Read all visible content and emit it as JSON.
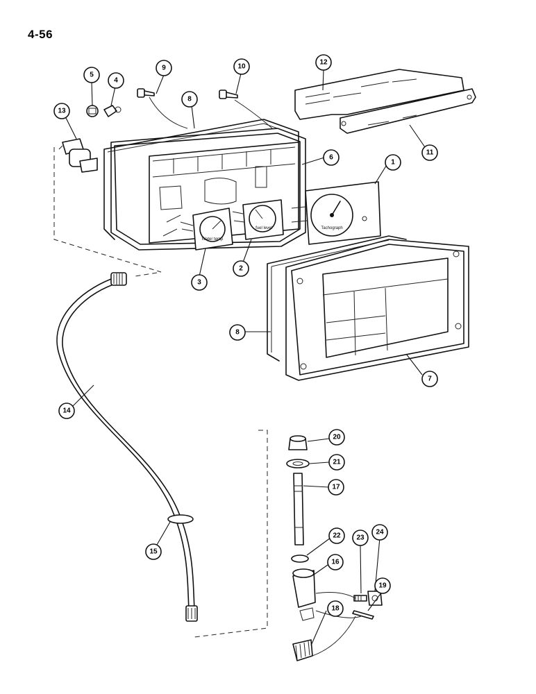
{
  "page": {
    "number": "4-56"
  },
  "dials": {
    "water_temp": "Water temp",
    "fuel_level": "fuel level",
    "tacho": "Tachograph"
  },
  "callouts": [
    {
      "label": "1"
    },
    {
      "label": "2"
    },
    {
      "label": "3"
    },
    {
      "label": "4"
    },
    {
      "label": "5"
    },
    {
      "label": "6"
    },
    {
      "label": "7"
    },
    {
      "label": "8"
    },
    {
      "label": "8"
    },
    {
      "label": "9"
    },
    {
      "label": "10"
    },
    {
      "label": "11"
    },
    {
      "label": "12"
    },
    {
      "label": "13"
    },
    {
      "label": "14"
    },
    {
      "label": "15"
    },
    {
      "label": "16"
    },
    {
      "label": "17"
    },
    {
      "label": "18"
    },
    {
      "label": "19"
    },
    {
      "label": "20"
    },
    {
      "label": "21"
    },
    {
      "label": "22"
    },
    {
      "label": "23"
    },
    {
      "label": "24"
    }
  ]
}
